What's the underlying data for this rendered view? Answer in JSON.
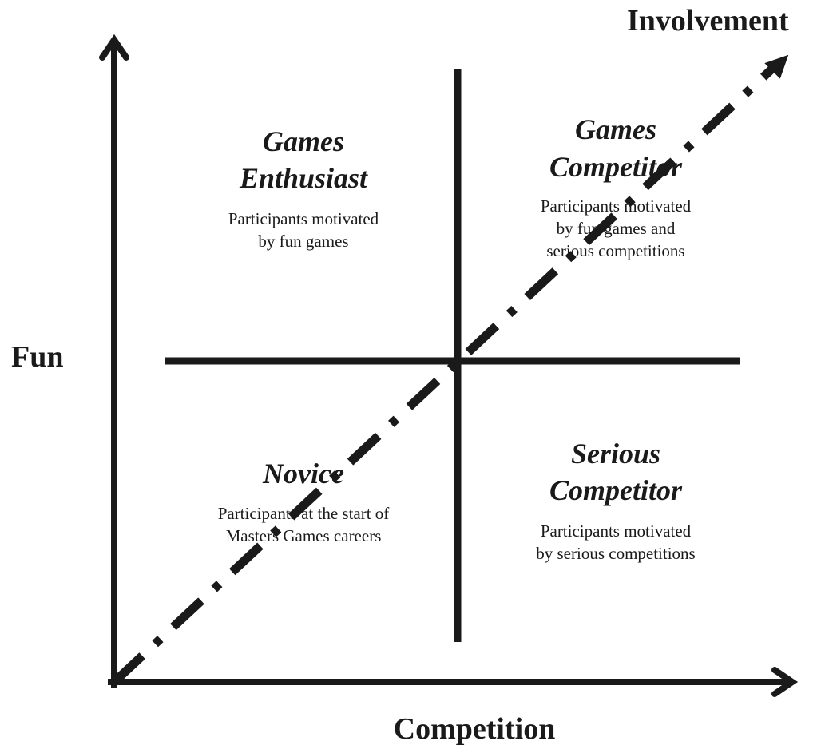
{
  "axes": {
    "x_label": "Competition",
    "y_label": "Fun",
    "diagonal_label": "Involvement"
  },
  "quadrants": {
    "top_left": {
      "title_line1": "Games",
      "title_line2": "Enthusiast",
      "desc_line1": "Participants motivated",
      "desc_line2": "by fun games"
    },
    "top_right": {
      "title_line1": "Games",
      "title_line2": "Competitor",
      "desc_line1": "Participants motivated",
      "desc_line2": "by fun games and",
      "desc_line3": "serious competitions"
    },
    "bottom_left": {
      "title_line1": "Novice",
      "desc_line1": "Participants at the start of",
      "desc_line2": "Masters Games careers"
    },
    "bottom_right": {
      "title_line1": "Serious",
      "title_line2": "Competitor",
      "desc_line1": "Participants motivated",
      "desc_line2": "by serious competitions"
    }
  },
  "colors": {
    "ink": "#1a1a1a",
    "background": "#ffffff"
  }
}
